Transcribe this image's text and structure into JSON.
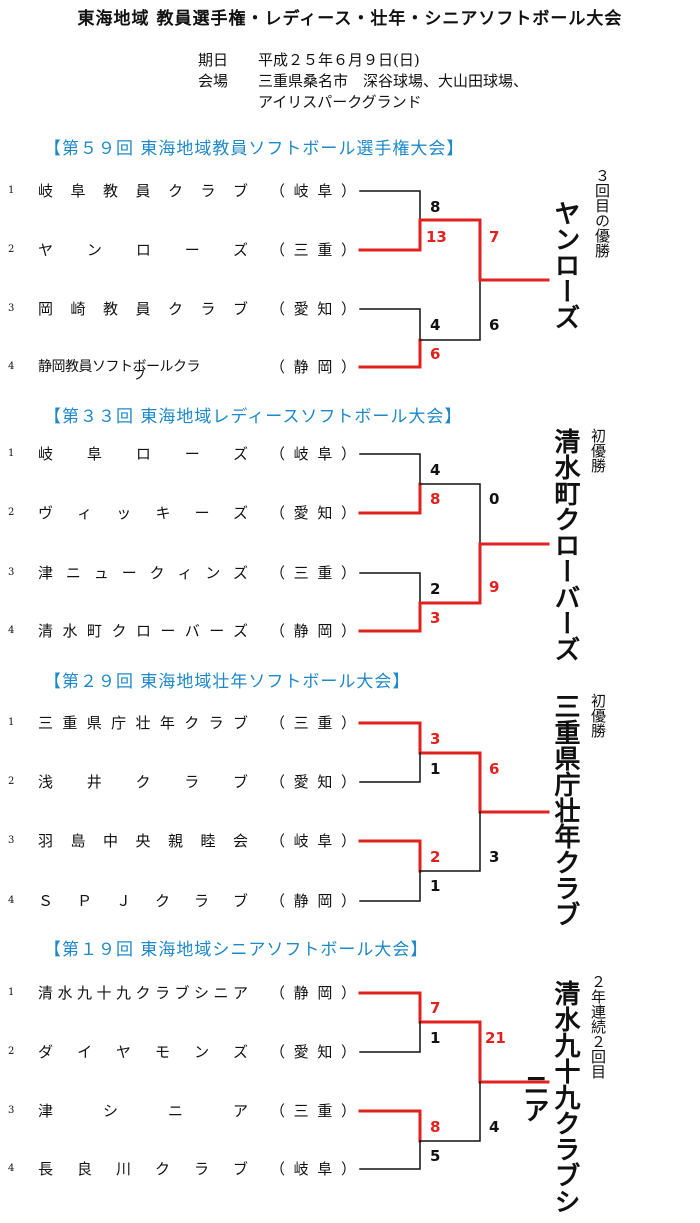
{
  "title": "東海地域 教員選手権・レディース・壮年・シニアソフトボール大会",
  "info": {
    "date_label": "期日",
    "date_value": "平成２５年６月９日(日)",
    "venue_label": "会場",
    "venue_line1": "三重県桑名市　深谷球場、大山田球場、",
    "venue_line2": "アイリスパークグランド"
  },
  "tournaments": [
    {
      "heading": "【第５９回 東海地域教員ソフトボール選手権大会】",
      "teams": [
        {
          "num": "1",
          "name": "岐阜教員クラブ",
          "pref": "（岐阜）"
        },
        {
          "num": "2",
          "name": "ヤンローズ",
          "pref": "（三重）"
        },
        {
          "num": "3",
          "name": "岡崎教員クラブ",
          "pref": "（愛知）"
        },
        {
          "num": "4",
          "name": "静岡教員ソフトボールクラ",
          "name_overflow": "ブ",
          "pref": "（静岡）"
        }
      ],
      "scores": {
        "m1_top": "8",
        "m1_bottom": "13",
        "m2_top": "4",
        "m2_bottom": "6",
        "final_top": "7",
        "final_bottom": "6"
      },
      "champion": "ヤンローズ",
      "note": "３回目の優勝"
    },
    {
      "heading": "【第３３回 東海地域レディースソフトボール大会】",
      "teams": [
        {
          "num": "1",
          "name": "岐阜ローズ",
          "pref": "（岐阜）"
        },
        {
          "num": "2",
          "name": "ヴィッキーズ",
          "pref": "（愛知）"
        },
        {
          "num": "3",
          "name": "津ニュークィンズ",
          "pref": "（三重）"
        },
        {
          "num": "4",
          "name": "清水町クローバーズ",
          "pref": "（静岡）"
        }
      ],
      "scores": {
        "m1_top": "4",
        "m1_bottom": "8",
        "m2_top": "2",
        "m2_bottom": "3",
        "final_top": "0",
        "final_bottom": "9"
      },
      "champion": "清水町クローバーズ",
      "note": "初優勝"
    },
    {
      "heading": "【第２９回 東海地域壮年ソフトボール大会】",
      "teams": [
        {
          "num": "1",
          "name": "三重県庁壮年クラブ",
          "pref": "（三重）"
        },
        {
          "num": "2",
          "name": "浅井クラブ",
          "pref": "（愛知）"
        },
        {
          "num": "3",
          "name": "羽島中央親睦会",
          "pref": "（岐阜）"
        },
        {
          "num": "4",
          "name": "ＳＰＪクラブ",
          "pref": "（静岡）"
        }
      ],
      "scores": {
        "m1_top": "3",
        "m1_bottom": "1",
        "m2_top": "2",
        "m2_bottom": "1",
        "final_top": "6",
        "final_bottom": "3"
      },
      "champion": "三重県庁壮年クラブ",
      "note": "初優勝"
    },
    {
      "heading": "【第１９回 東海地域シニアソフトボール大会】",
      "teams": [
        {
          "num": "1",
          "name": "清水九十九クラブシニア",
          "pref": "（静岡）"
        },
        {
          "num": "2",
          "name": "ダイヤモンズ",
          "pref": "（愛知）"
        },
        {
          "num": "3",
          "name": "津シニア",
          "pref": "（三重）"
        },
        {
          "num": "4",
          "name": "長良川クラブ",
          "pref": "（岐阜）"
        }
      ],
      "scores": {
        "m1_top": "7",
        "m1_bottom": "1",
        "m2_top": "8",
        "m2_bottom": "5",
        "final_top": "21",
        "final_bottom": "4"
      },
      "champion": "清水九十九クラブシニア",
      "note": "２年連続２回目"
    }
  ],
  "colors": {
    "winner_line": "#e0221e",
    "loser_line": "#111111",
    "heading": "#1e88c8"
  }
}
